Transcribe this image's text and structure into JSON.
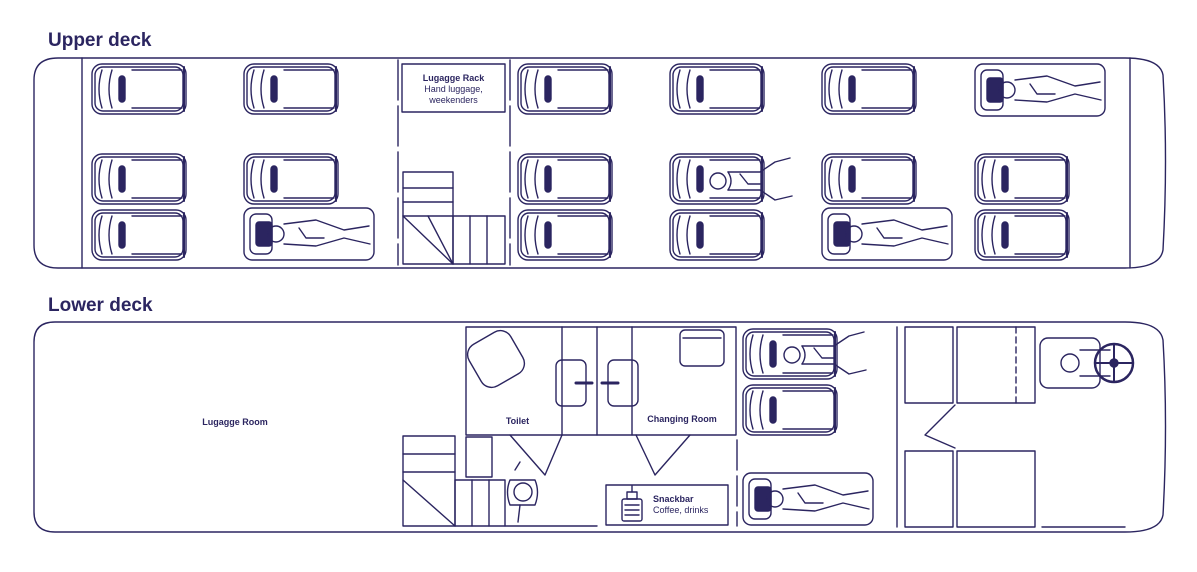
{
  "decks": {
    "upper": {
      "title": "Upper deck"
    },
    "lower": {
      "title": "Lower deck"
    }
  },
  "labels": {
    "luggage_rack_title": "Lugagge Rack",
    "luggage_rack_desc_1": "Hand luggage,",
    "luggage_rack_desc_2": "weekenders",
    "luggage_room": "Lugagge Room",
    "toilet": "Toilet",
    "changing_room": "Changing Room",
    "snackbar_title": "Snackbar",
    "snackbar_desc": "Coffee, drinks"
  },
  "colors": {
    "line": "#2b2560",
    "accent": "#2b2560"
  },
  "icons": [
    "seat-icon",
    "passenger-icon",
    "driver-icon",
    "steering-wheel-icon",
    "stairs-icon",
    "coffee-machine-icon"
  ]
}
